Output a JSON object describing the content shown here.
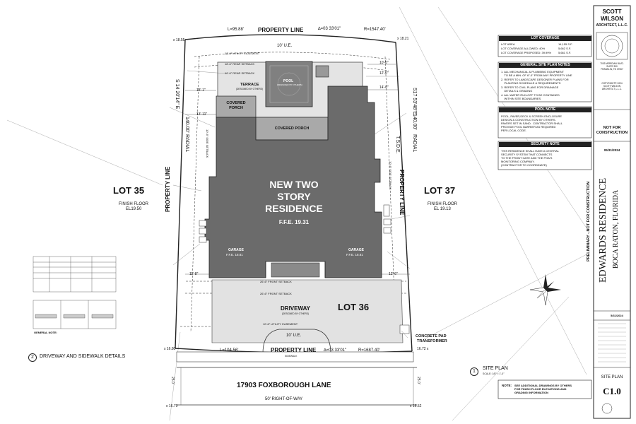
{
  "site": {
    "property_line_top": "PROPERTY LINE",
    "property_line_bottom": "PROPERTY LINE",
    "property_line_left": "PROPERTY LINE",
    "property_line_right": "PROPERTY LINE",
    "l_top": "L=95.88'",
    "r_top": "R=1547.40'",
    "delta_top": "∆=03 33'01\"",
    "l_bottom": "L=104.56'",
    "r_bottom": "R=1687.40'",
    "delta_bottom": "∆=03 33'01\"",
    "left_bearing": "S 14 20'14\" E",
    "right_bearing": "S17 53'48\"E",
    "left_dim": "140.00'",
    "right_dim": "140.00'",
    "left_radial": "RADIAL",
    "right_radial": "RADIAL",
    "tsde": "T.S.D.E.",
    "ue_top": "10' U.E.",
    "ue_bottom": "10' U.E.",
    "util_easement_top": "18'-6\" UTILITY EASEMENT",
    "rear_setback_top": "18'-6\" REAR SETBACK",
    "rear_setback_2": "16'-6\" REAR SETBACK",
    "front_setback_1": "26'-6\" FRONT SETBACK",
    "front_setback_2": "26'-6\" FRONT SETBACK",
    "util_easement_bottom": "10'-6\" UTILITY EASEMENT",
    "side_setback_left": "10'-6\" SIDE SETBACK",
    "side_setback_right": "10'-6\" SIDE SETBACK",
    "lot_left": "LOT 35",
    "lot_right": "LOT 37",
    "lot_center": "LOT 36",
    "ff_left_1": "FINISH FLOOR",
    "ff_left_2": "EL19.50",
    "ff_right_1": "FINISH FLOOR",
    "ff_right_2": "EL 19.13",
    "residence_1": "NEW TWO",
    "residence_2": "STORY",
    "residence_3": "RESIDENCE",
    "ffe": "F.F.E. 19.31",
    "covered_porch_1": "COVERED PORCH",
    "covered_porch_2": "COVERED\nPORCH",
    "terrace": "TERRACE",
    "terrace_sub": "(DESIGNED BY OTHERS)",
    "pool": "POOL",
    "pool_sub": "(DESIGNED BY OTHERS)",
    "garage_left": "GARAGE",
    "garage_left_ffe": "F.F.E. 18.81",
    "garage_right": "GARAGE",
    "garage_right_ffe": "F.F.E. 18.81",
    "driveway": "DRIVEWAY",
    "driveway_sub": "(DESIGNED BY OTHERS)",
    "street": "17903 FOXBOROUGH LANE",
    "row": "50' RIGHT-OF-WAY",
    "concrete_pad_1": "CONCRETE PAD",
    "concrete_pad_2": "TRANSFORMER",
    "dim_13_1": "13'-1\"",
    "dim_13_11": "13'-11\"",
    "dim_11_8": "11'-8\"",
    "dim_12_6": "12'-6\"",
    "dim_14_0": "14'-0\"",
    "dim_10_0": "10'-0\"",
    "dim_12_0": "12'-0\"",
    "dim_25_a": "25.0'",
    "dim_25_b": "25.0'",
    "spot_tl": "x 18.55",
    "spot_tr": "x 18.21",
    "spot_bl": "x 16.80",
    "spot_br": "16.72 x",
    "spot_bl2": "x 16.79",
    "spot_br2": "x 16.52",
    "sidewalk": "SIDEWALK"
  },
  "details": {
    "number": "2",
    "title": "DRIVEWAY AND SIDEWALK DETAILS",
    "general_note": "GENERAL NOTE:"
  },
  "site_plan_label": {
    "number": "1",
    "title": "SITE PLAN",
    "scale": "SCALE: 1/8\" = 1'-0\""
  },
  "note_box": {
    "label": "NOTE:",
    "text": "SEE ADDITIONAL DRAWINGS BY OTHERS\nFOR FINISH FLOOR ELEVATIONS AND\nGRADING INFORMATION"
  },
  "lot_coverage": {
    "title": "LOT COVERAGE",
    "rows": [
      {
        "label": "LOT AREA",
        "value": "14,155 S.F."
      },
      {
        "label": "LOT COVERAGE ALLOWED: 40%",
        "value": "5,662 S.F."
      },
      {
        "label": "LOT COVERAGE PROPOSED: 39.99%",
        "value": "5,661 S.F."
      }
    ]
  },
  "general_notes": {
    "title": "GENERAL SITE PLAN NOTES",
    "items": [
      "1. ALL MECHANICAL & PLUMBING EQUIPMENT\n    TO BE A MIN. OF 6\"-0\" FROM ANY PROPERTY LINE",
      "2. REFER TO LANDSCAPE DESIGNER PLANS FOR\n    PLANTING SCHEDULE & REQUIREMENTS",
      "3. REFER TO CIVIL PLANS FOR DRAINAGE\n    DETAILS & GRADING",
      "4. ALL WATER RUN-OFF TO BE CONTAINED\n    WITHIN SITE BOUNDARIES"
    ]
  },
  "pool_note": {
    "title": "POOL NOTE",
    "text": "POOL, PAVER,DECK & SCREEN ENCLOSURE\nDESIGN & CONSTRUCTION BY OTHERS.\nPAVERS SET IN SAND.  CONTRACTOR SHALL\nPROVIDE POOL BARRIER AS REQUIRED\nPER LOCAL CODE."
  },
  "security_note": {
    "title": "SECURITY NOTE",
    "text": "THIS RESIDENCE SHALL HAVE A CENTRAL\nSECURITY SYSTEM THAT CONNECTS\nTO THE FRONT GATE AND THE POA'S\nMONITORING COMPANY.\n(CONTRACTOR TO COORDINATE)"
  },
  "title_block": {
    "firm_1": "SCOTT",
    "firm_2": "WILSON",
    "firm_3": "ARCHITECT, L.L.C.",
    "address": "7003 MERIDIAN BLVD.\nSUITE 300\nFRANKLIN, TN 37067",
    "copyright": "COPYRIGHT© 2024\nSCOTT WILSON\nARCHITECT, L.L.C.",
    "nfc_1": "NOT FOR",
    "nfc_2": "CONSTRUCTION",
    "date": "05/31/2024",
    "project": "EDWARDS RESIDENCE",
    "location": "BOCA RATON, FLORIDA",
    "prelim": "PRELIMINARY - NOT FOR CONSTRUCTION",
    "issue_date": "5/31/2024",
    "sheet_name": "SITE PLAN",
    "sheet_number": "C1.0"
  },
  "colors": {
    "building": "#6b6b6b",
    "porch": "#a9a9a9",
    "terrace": "#e4e4e4",
    "driveway": "#e2e2e2",
    "pool": "#808080"
  }
}
